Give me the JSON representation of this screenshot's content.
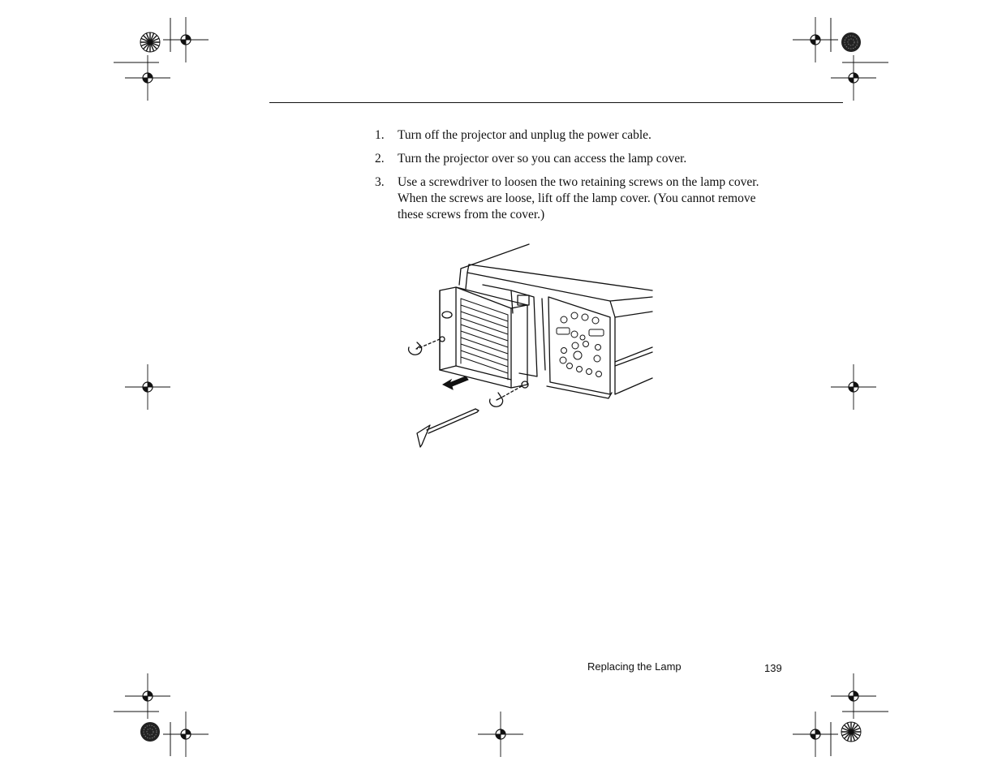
{
  "steps": [
    {
      "num": "1.",
      "text": "Turn off the projector and unplug the power cable."
    },
    {
      "num": "2.",
      "text": "Turn the projector over so you can access the lamp cover."
    },
    {
      "num": "3.",
      "text": "Use a screwdriver to loosen the two retaining screws on the lamp cover. When the screws are loose, lift off the lamp cover. (You cannot remove these screws from the cover.)"
    }
  ],
  "footer": {
    "section_title": "Replacing the Lamp",
    "page_number": "139"
  }
}
